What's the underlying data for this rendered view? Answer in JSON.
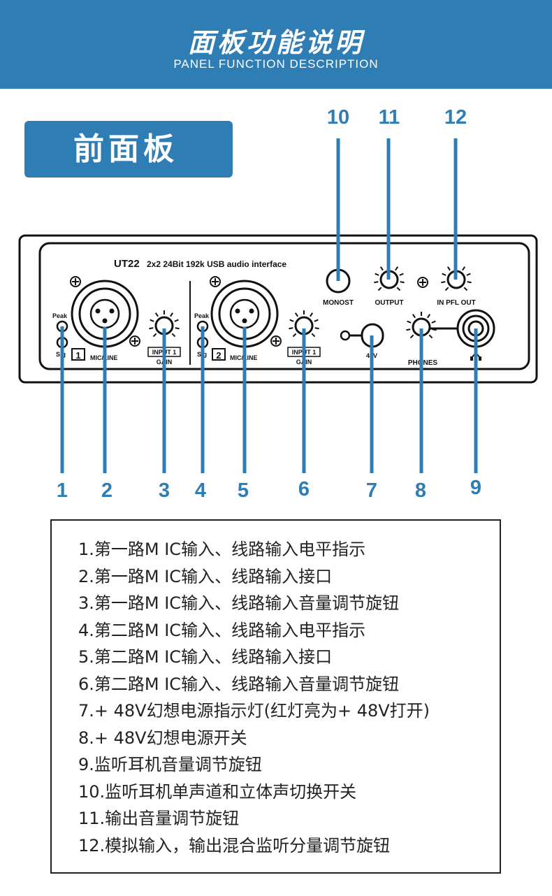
{
  "header": {
    "title": "面板功能说明",
    "subtitle": "PANEL FUNCTION DESCRIPTION"
  },
  "section_label": "前面板",
  "panel": {
    "model": "UT22",
    "description": "2x2 24Bit 192k USB audio interface",
    "peak_label": "Peak",
    "sig_label": "Sig",
    "ch1_number": "1",
    "ch2_number": "2",
    "mic_line_label": "MIC/LINE",
    "input1_label": "INPUT 1",
    "gain_label": "GAIN",
    "monost_label": "MONOST",
    "output_label": "OUTPUT",
    "in_pfl_out_label": "IN PFL OUT",
    "phantom_label": "48V",
    "phones_label": "PHONES",
    "plus_symbol": "+"
  },
  "callouts": [
    "1",
    "2",
    "3",
    "4",
    "5",
    "6",
    "7",
    "8",
    "9",
    "10",
    "11",
    "12"
  ],
  "descriptions": [
    "1.第一路M IC输入、线路输入电平指示",
    "2.第一路M IC输入、线路输入接口",
    "3.第一路M IC输入、线路输入音量调节旋钮",
    "4.第二路M IC输入、线路输入电平指示",
    "5.第二路M IC输入、线路输入接口",
    "6.第二路M IC输入、线路输入音量调节旋钮",
    "7.+ 48V幻想电源指示灯(红灯亮为+ 48V打开)",
    "8.+ 48V幻想电源开关",
    "9.监听耳机音量调节旋钮",
    "10.监听耳机单声道和立体声切换开关",
    "11.输出音量调节旋钮",
    "12.模拟输入，输出混合监听分量调节旋钮"
  ],
  "colors": {
    "accent": "#2f7db5",
    "text": "#222222"
  }
}
